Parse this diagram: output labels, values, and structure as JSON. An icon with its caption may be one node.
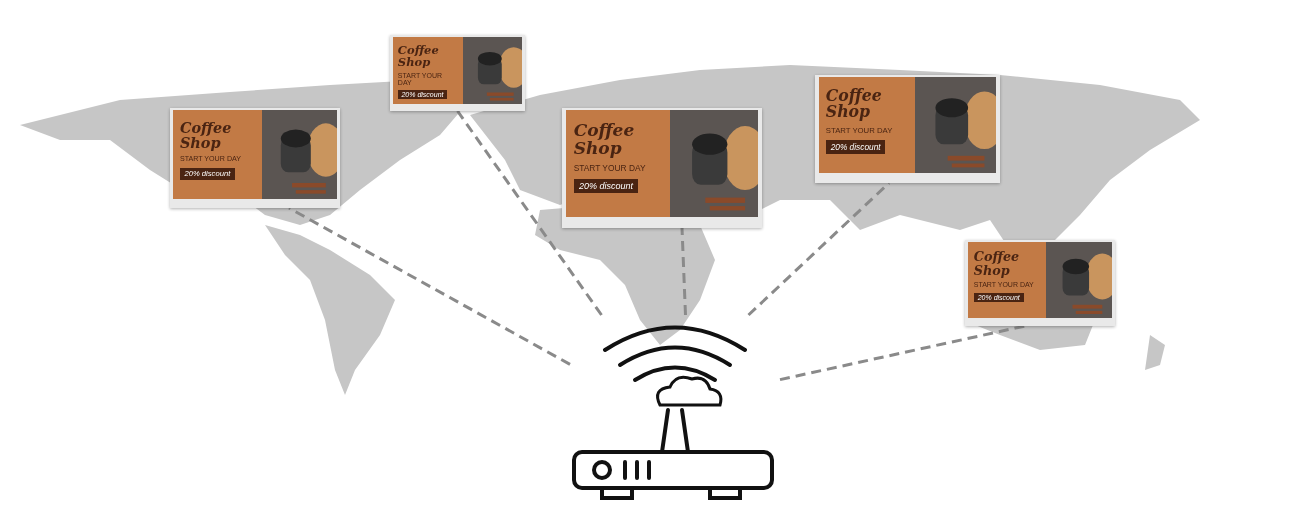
{
  "diagram": {
    "nodes": [
      {
        "text": [
          "Coffee Shop",
          "START YOUR DAY",
          "20% discount"
        ]
      },
      {
        "text": [
          "Coffee Shop",
          "START YOUR DAY",
          "20% discount"
        ]
      },
      {
        "text": [
          "Coffee Shop",
          "START YOUR DAY",
          "20% discount"
        ]
      },
      {
        "text": [
          "Coffee Shop",
          "START YOUR DAY",
          "20% discount"
        ]
      },
      {
        "text": [
          "Coffee Shop",
          "START YOUR DAY",
          "20% discount"
        ]
      },
      {
        "text": [],
        "shape": "picture"
      }
    ],
    "edges": [
      {
        "from": 5,
        "to": 0,
        "arrow": "none",
        "style": "dashed"
      },
      {
        "from": 5,
        "to": 1,
        "arrow": "none",
        "style": "dashed"
      },
      {
        "from": 5,
        "to": 2,
        "arrow": "none",
        "style": "dashed"
      },
      {
        "from": 5,
        "to": 3,
        "arrow": "none",
        "style": "dashed"
      },
      {
        "from": 5,
        "to": 4,
        "arrow": "none",
        "style": "dashed"
      }
    ]
  }
}
